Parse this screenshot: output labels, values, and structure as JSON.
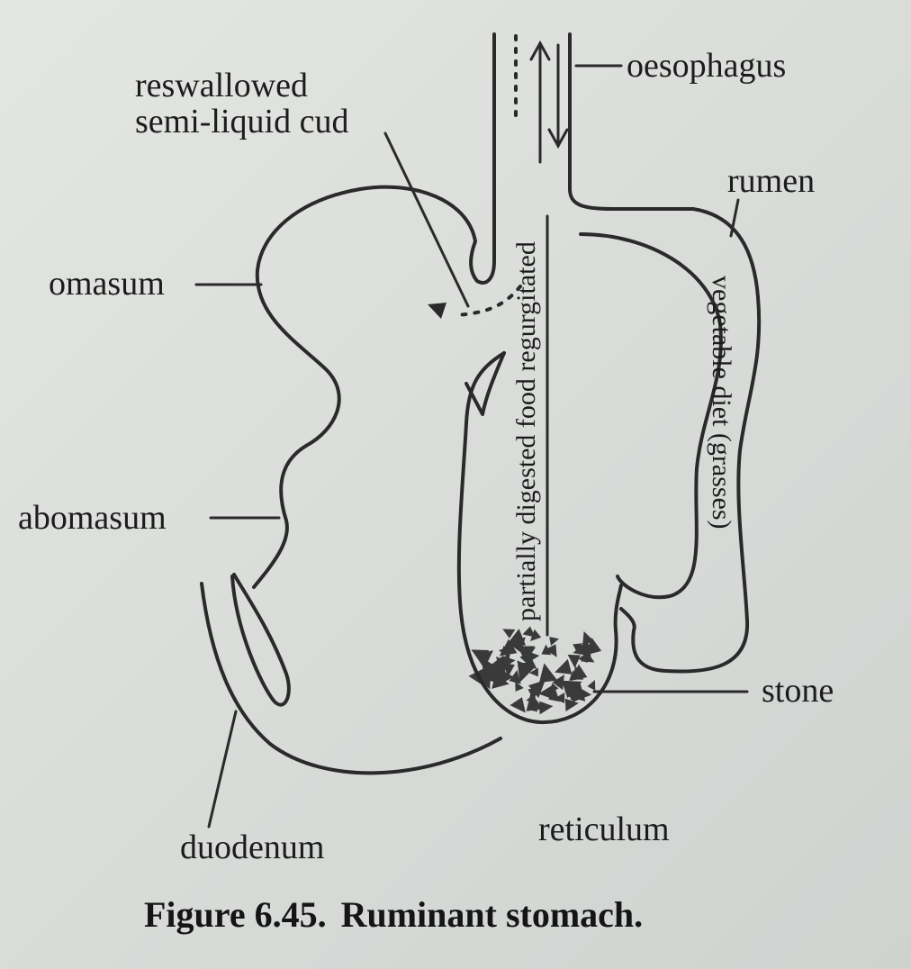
{
  "labels": {
    "reswallowed_line1": "reswallowed",
    "reswallowed_line2": "semi-liquid cud",
    "oesophagus": "oesophagus",
    "rumen": "rumen",
    "omasum": "omasum",
    "abomasum": "abomasum",
    "stone": "stone",
    "reticulum": "reticulum",
    "duodenum": "duodenum",
    "regurgitated": "partially digested food regurgitated",
    "vegetable": "vegetable diet (grasses)"
  },
  "caption": {
    "number": "Figure 6.45.",
    "title": "Ruminant stomach."
  },
  "colors": {
    "ink": "#2a2a2a",
    "stone_fill": "#3a3a3a",
    "paper": "#dcdfdc"
  }
}
